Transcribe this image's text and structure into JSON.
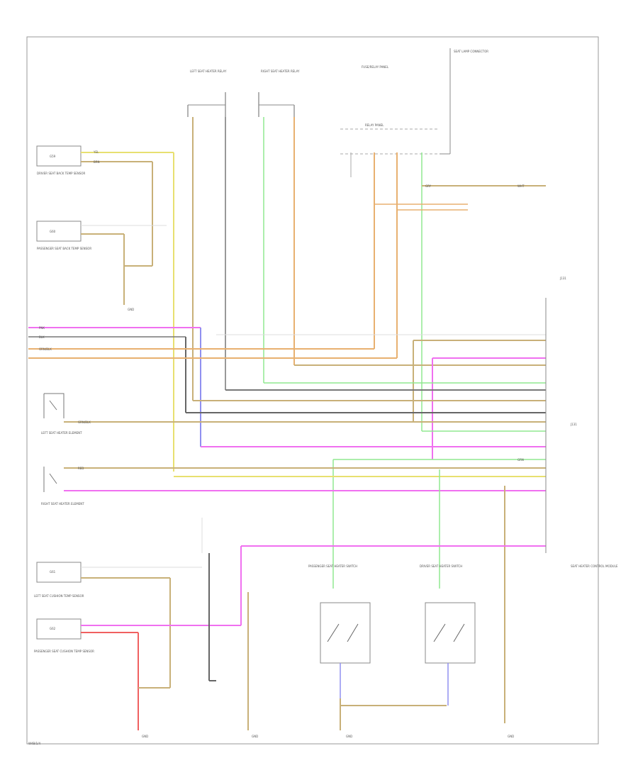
{
  "page_code": "W4B/1/4",
  "components": {
    "lf_seat_temp": "DRIVER SEAT BACK TEMP SENSOR",
    "lf_seat_temp_code": "G59",
    "pass_seat_temp": "PASSENGER SEAT BACK TEMP SENSOR",
    "pass_seat_temp_code": "G60",
    "left_cushion_temp": "LEFT SEAT CUSHION TEMP SENSOR",
    "left_cushion_temp_code": "G61",
    "right_cushion_temp": "PASSENGER SEAT CUSHION TEMP SENSOR",
    "right_cushion_temp_code": "G62",
    "left_heater": "LEFT SEAT HEATER ELEMENT",
    "right_heater": "RIGHT SEAT HEATER ELEMENT",
    "pass_switch": "PASSENGER SEAT HEATER SWITCH",
    "drv_switch": "DRIVER SEAT HEATER SWITCH",
    "relay_panel": "RELAY PANEL",
    "fuse_panel": "FUSE/RELAY PANEL",
    "left_relay": "LEFT SEAT HEATER RELAY",
    "right_relay": "RIGHT SEAT HEATER RELAY",
    "module": "SEAT HEATER CONTROL MODULE",
    "module_code": "J131",
    "ground": "GND",
    "warn_lamp": "SEAT LAMP CONNECTOR"
  },
  "wire_labels": {
    "org_blk": "ORN/BLK",
    "grn_blk": "GRN/BLK",
    "brn": "BRN",
    "red": "RED",
    "yel": "YEL",
    "pnk": "PNK",
    "blk": "BLK",
    "grn": "GRN",
    "gry": "GRY",
    "wht": "WHT"
  },
  "colors": {
    "yellow": "#e8e070",
    "orange": "#e8b070",
    "tan": "#c8b078",
    "pink": "#f070f0",
    "magenta": "#d860e0",
    "green": "#90e890",
    "gray": "#888888",
    "darkgray": "#555555",
    "red": "#f06060",
    "brown": "#b08850",
    "purple": "#9090f0",
    "light": "#cccccc"
  }
}
